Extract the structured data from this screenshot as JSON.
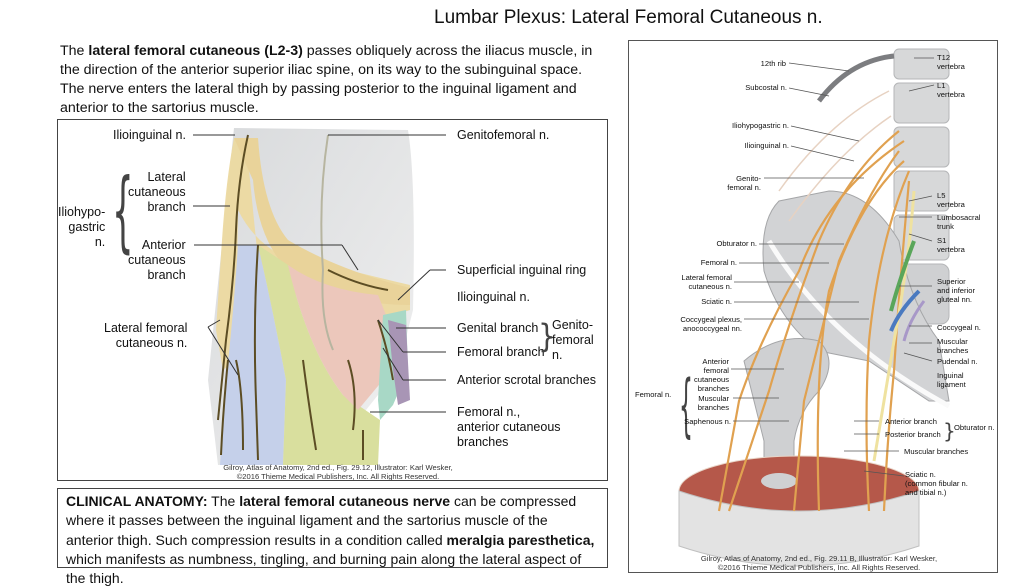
{
  "title": "Lumbar Plexus: Lateral Femoral Cutaneous n.",
  "intro": {
    "t1": "The ",
    "b1": "lateral femoral cutaneous (L2-3)",
    "t2": " passes obliquely across the iliacus muscle, in the direction of the anterior superior iliac spine, on its way to the subinguinal space. The nerve enters the lateral thigh by passing posterior to the inguinal ligament and anterior to the sartorius muscle."
  },
  "figure1": {
    "labels": {
      "ilioinguinal": "Ilioinguinal n.",
      "genitofemoral": "Genitofemoral n.",
      "lateral_cutaneous": "Lateral\ncutaneous\nbranch",
      "iliohypogastric": "Iliohypo-\ngastric\nn.",
      "anterior_cutaneous": "Anterior\ncutaneous\nbranch",
      "superficial_ring": "Superficial inguinal ring",
      "ilioinguinal2": "Ilioinguinal n.",
      "lfcn": "Lateral femoral\ncutaneous n.",
      "genital_branch": "Genital branch",
      "femoral_branch": "Femoral branch",
      "genitofemoral2": "Genito-\nfemoral\nn.",
      "scrotal": "Anterior scrotal branches",
      "femoral_ant": "Femoral n.,\nanterior cutaneous\nbranches"
    },
    "credit_line1": "Gilroy, Atlas of Anatomy, 2nd ed., Fig. 29.12, Illustrator: Karl Wesker,",
    "credit_line2": "©2016 Thieme Medical Publishers, Inc. All Rights Reserved."
  },
  "figure2": {
    "labels_left": {
      "rib12": "12th rib",
      "subcostal": "Subcostal n.",
      "iliohypogastric": "Iliohypogastric n.",
      "ilioinguinal": "Ilioinguinal n.",
      "genitofemoral": "Genito-\nfemoral n.",
      "obturator": "Obturator n.",
      "femoral": "Femoral n.",
      "lfcn": "Lateral femoral\ncutaneous n.",
      "sciatic": "Sciatic n.",
      "coccygeal_plexus": "Coccygeal plexus,\nanococcygeal nn.",
      "ant_fem_cut": "Anterior\nfemoral\ncutaneous\nbranches",
      "femoral_group": "Femoral n.",
      "muscular": "Muscular\nbranches",
      "saphenous": "Saphenous n."
    },
    "labels_right": {
      "t12": "T12\nvertebra",
      "l1": "L1\nvertebra",
      "l5": "L5\nvertebra",
      "lumbosacral": "Lumbosacral\ntrunk",
      "s1": "S1\nvertebra",
      "gluteal": "Superior\nand inferior\ngluteal nn.",
      "coccygeal": "Coccygeal n.",
      "muscular": "Muscular\nbranches",
      "pudendal": "Pudendal n.",
      "inguinal_lig": "Inguinal\nligament",
      "ant_branch": "Anterior branch",
      "post_branch": "Posterior branch",
      "obturator": "Obturator n.",
      "muscular2": "Muscular branches",
      "sciatic": "Sciatic n.\n(common fibular n.\nand tibial n.)"
    },
    "credit_line1": "Gilroy, Atlas of Anatomy, 2nd ed., Fig. 29.11 B, Illustrator: Karl Wesker,",
    "credit_line2": "©2016 Thieme Medical Publishers, Inc. All Rights Reserved."
  },
  "clinical": {
    "b1": "CLINICAL ANATOMY:",
    "t1": " The ",
    "b2": "lateral femoral cutaneous nerve",
    "t2": " can be compressed where it passes between the inguinal ligament and the sartorius muscle of the anterior thigh. Such compression results in a condition called ",
    "b3": "meralgia paresthetica,",
    "t3": " which manifests as numbness, tingling, and burning pain along the lateral aspect of the thigh."
  }
}
